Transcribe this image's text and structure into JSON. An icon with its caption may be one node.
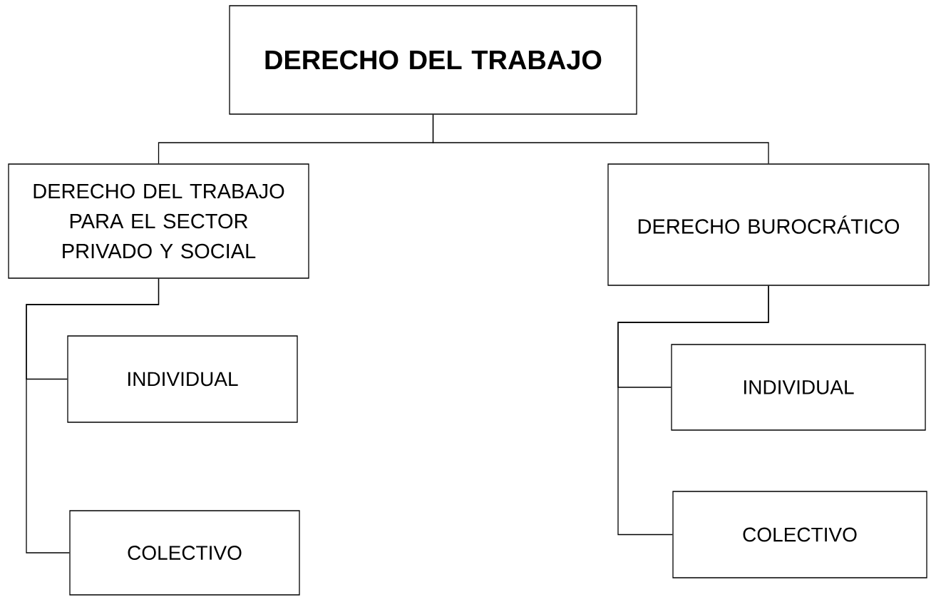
{
  "diagram": {
    "nodes": [
      {
        "text": [
          "DERECHO DEL TRABAJO"
        ]
      },
      {
        "text": [
          "DERECHO DEL TRABAJO PARA EL SECTOR PRIVADO Y SOCIAL"
        ]
      },
      {
        "text": [
          "DERECHO BUROCRÁTICO"
        ]
      },
      {
        "text": [
          "INDIVIDUAL"
        ]
      },
      {
        "text": [
          "COLECTIVO"
        ]
      },
      {
        "text": [
          "INDIVIDUAL"
        ]
      },
      {
        "text": [
          "COLECTIVO"
        ]
      }
    ],
    "edges": [
      {
        "from": 0,
        "to": 1,
        "arrow": "none"
      },
      {
        "from": 0,
        "to": 2,
        "arrow": "none"
      },
      {
        "from": 1,
        "to": 3,
        "arrow": "none"
      },
      {
        "from": 1,
        "to": 4,
        "arrow": "none"
      },
      {
        "from": 2,
        "to": 5,
        "arrow": "none"
      },
      {
        "from": 2,
        "to": 6,
        "arrow": "none"
      }
    ]
  }
}
